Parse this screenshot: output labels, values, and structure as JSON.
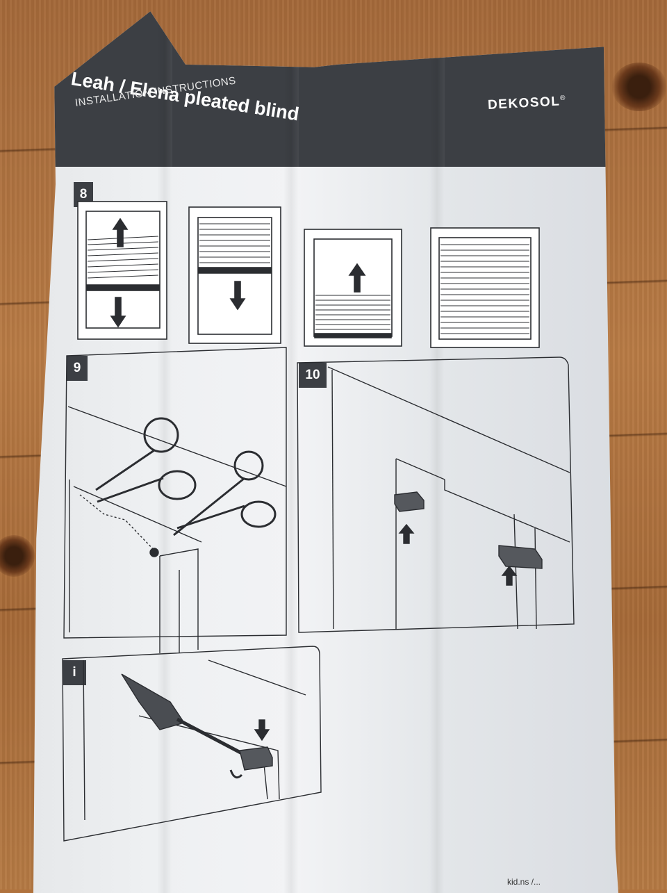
{
  "document": {
    "title": "Leah / Elena pleated blind",
    "subtitle": "INSTALLATION INSTRUCTIONS",
    "brand": "DEKOSOL",
    "brand_mark": "®",
    "footer_fragment": "kid.ns /..."
  },
  "steps": [
    {
      "number": "8",
      "panels": 4
    },
    {
      "number": "9",
      "icon": "scissors-icon"
    },
    {
      "number": "10",
      "icon": "arrow-up-icon"
    },
    {
      "number": "i",
      "icon": "screwdriver-icon"
    }
  ],
  "colors": {
    "header": "#3c3f44",
    "paper": "#eef0f2",
    "line": "#2b2d31",
    "wood": "#b0723d"
  }
}
